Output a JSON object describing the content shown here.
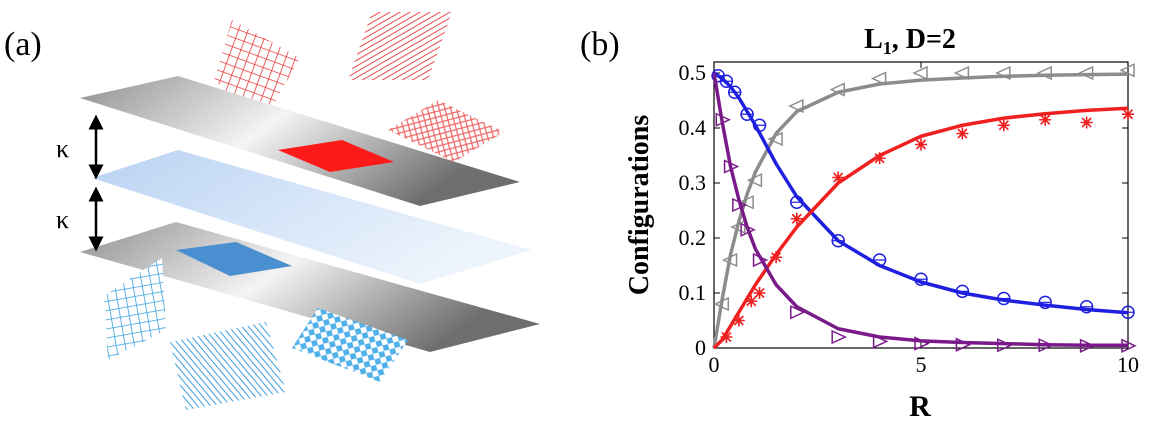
{
  "panel_a": {
    "label": "(a)",
    "kappa_upper": "κ",
    "kappa_lower": "κ",
    "colors": {
      "red_patch": "#ff2020",
      "blue_patch": "#4a8fd0",
      "middle_sheet": "#c8dcf5",
      "red_pattern": "#e84040",
      "blue_pattern": "#3aa0e0"
    }
  },
  "panel_b": {
    "label": "(b)"
  },
  "chart_data": {
    "type": "line",
    "title_main": "L",
    "title_sub": "1",
    "title_rest": ", D=2",
    "xlabel": "R",
    "ylabel": "Configurations",
    "xlim": [
      0,
      10
    ],
    "ylim": [
      0,
      0.52
    ],
    "xticks": [
      0,
      5,
      10
    ],
    "yticks": [
      0,
      0.1,
      0.2,
      0.3,
      0.4,
      0.5
    ],
    "xtick_labels": [
      "0",
      "5",
      "10"
    ],
    "ytick_labels": [
      "0",
      "0.1",
      "0.2",
      "0.3",
      "0.4",
      "0.5"
    ],
    "grid": false,
    "series": [
      {
        "color": "#8c8c8c",
        "marker": "triangle-left",
        "x": [
          0,
          0.2,
          0.4,
          0.6,
          0.8,
          1,
          1.5,
          2,
          3,
          4,
          5,
          6,
          7,
          8,
          9,
          10
        ],
        "curve": [
          0,
          0.09,
          0.17,
          0.23,
          0.28,
          0.32,
          0.39,
          0.43,
          0.465,
          0.48,
          0.487,
          0.491,
          0.494,
          0.496,
          0.497,
          0.498
        ],
        "points_x": [
          0.2,
          0.4,
          0.6,
          0.8,
          1,
          1.5,
          2,
          3,
          4,
          5,
          6,
          7,
          8,
          9,
          10
        ],
        "points_y": [
          0.08,
          0.16,
          0.22,
          0.265,
          0.305,
          0.38,
          0.44,
          0.47,
          0.49,
          0.5,
          0.5,
          0.5,
          0.5,
          0.5,
          0.505
        ]
      },
      {
        "color": "#1f1fe0",
        "marker": "circle",
        "x": [
          0,
          0.2,
          0.4,
          0.6,
          0.8,
          1,
          1.5,
          2,
          3,
          4,
          5,
          6,
          7,
          8,
          9,
          10
        ],
        "curve": [
          0.5,
          0.49,
          0.475,
          0.455,
          0.43,
          0.405,
          0.335,
          0.275,
          0.195,
          0.15,
          0.12,
          0.1,
          0.087,
          0.078,
          0.07,
          0.064
        ],
        "points_x": [
          0.1,
          0.3,
          0.5,
          0.8,
          1.1,
          2,
          3,
          4,
          5,
          6,
          7,
          8,
          9,
          10
        ],
        "points_y": [
          0.495,
          0.485,
          0.465,
          0.425,
          0.405,
          0.265,
          0.195,
          0.16,
          0.125,
          0.103,
          0.09,
          0.083,
          0.075,
          0.065
        ]
      },
      {
        "color": "#f02020",
        "marker": "asterisk",
        "x": [
          0,
          0.2,
          0.4,
          0.6,
          0.8,
          1,
          1.5,
          2,
          3,
          4,
          5,
          6,
          7,
          8,
          9,
          10
        ],
        "curve": [
          0,
          0.015,
          0.04,
          0.065,
          0.09,
          0.115,
          0.17,
          0.22,
          0.3,
          0.35,
          0.385,
          0.405,
          0.418,
          0.426,
          0.432,
          0.436
        ],
        "points_x": [
          0.3,
          0.6,
          0.9,
          1.1,
          1.5,
          2,
          3,
          4,
          5,
          6,
          7,
          8,
          9,
          10
        ],
        "points_y": [
          0.02,
          0.05,
          0.085,
          0.1,
          0.165,
          0.235,
          0.31,
          0.345,
          0.37,
          0.39,
          0.405,
          0.415,
          0.41,
          0.425
        ]
      },
      {
        "color": "#7a1a8a",
        "marker": "triangle-right",
        "x": [
          0,
          0.2,
          0.4,
          0.6,
          0.8,
          1,
          1.5,
          2,
          3,
          4,
          5,
          6,
          7,
          8,
          9,
          10
        ],
        "curve": [
          0.5,
          0.41,
          0.33,
          0.27,
          0.22,
          0.18,
          0.115,
          0.075,
          0.035,
          0.02,
          0.013,
          0.01,
          0.008,
          0.006,
          0.005,
          0.005
        ],
        "points_x": [
          0.2,
          0.4,
          0.6,
          0.8,
          1.1,
          2,
          3,
          4,
          5,
          6,
          7,
          8,
          9,
          10
        ],
        "points_y": [
          0.415,
          0.33,
          0.26,
          0.215,
          0.16,
          0.065,
          0.02,
          0.012,
          0.008,
          0.006,
          0.005,
          0.005,
          0.004,
          0.004
        ]
      }
    ]
  }
}
